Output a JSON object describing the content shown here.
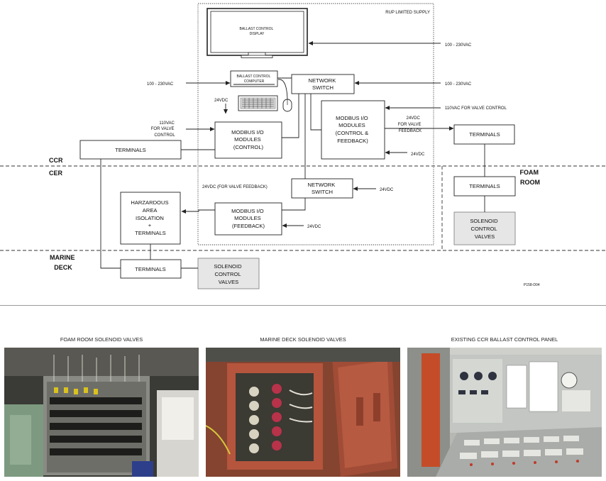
{
  "diagram": {
    "rup_limited_supply": "RUP LIMITED SUPPLY",
    "ballast_display": [
      "BALLAST CONTROL",
      "DISPLAY"
    ],
    "ballast_computer": [
      "BALLAST CONTROL",
      "COMPUTER"
    ],
    "network_switch_top": [
      "NETWORK",
      "SWITCH"
    ],
    "network_switch_bottom": [
      "NETWORK",
      "SWITCH"
    ],
    "modbus_control": [
      "MODBUS I/O",
      "MODULES",
      "(CONTROL)"
    ],
    "modbus_control_feedback": [
      "MODBUS I/O",
      "MODULES",
      "(CONTROL &",
      "FEEDBACK)"
    ],
    "modbus_feedback": [
      "MODBUS I/O",
      "MODULES",
      "(FEEDBACK)"
    ],
    "terminals_ccr": "TERMINALS",
    "terminals_right": "TERMINALS",
    "terminals_foam": "TERMINALS",
    "terminals_marine": "TERMINALS",
    "hazardous": [
      "HARZARDOUS",
      "AREA",
      "ISOLATION",
      "+",
      "TERMINALS"
    ],
    "solenoid_foam": [
      "SOLENOID",
      "CONTROL",
      "VALVES"
    ],
    "solenoid_marine": [
      "SOLENOID",
      "CONTROL",
      "VALVES"
    ],
    "v100_230_display": "100 - 230VAC",
    "v100_230_computer": "100 - 230VAC",
    "v100_230_switch": "100 - 230VAC",
    "v110_valve_control_right": "110VAC FOR VALVE CONTROL",
    "v110_valve_control_left": [
      "110VAC",
      "FOR VALVE",
      "CONTROL"
    ],
    "v24_keyboard": "24VDC",
    "v24_feedback_right": [
      "24VDC",
      "FOR VALVE",
      "FEEDBACK"
    ],
    "v24_module_right": "24VDC",
    "v24_feedback_left": "24VDC (FOR VALVE FEEDBACK)",
    "v24_switch_bottom": "24VDC",
    "v24_feedback_module": "24VDC",
    "zone_ccr": "CCR",
    "zone_cer": "CER",
    "zone_foam": [
      "FOAM",
      "ROOM"
    ],
    "zone_marine": [
      "MARINE",
      "DECK"
    ],
    "drawing_ref": "P158-D04"
  },
  "photos": [
    {
      "title": "FOAM ROOM SOLENOID VALVES",
      "icon": "solenoid-cabinet-photo"
    },
    {
      "title": "MARINE DECK SOLENOID VALVES",
      "icon": "junction-box-photo"
    },
    {
      "title": "EXISTING CCR BALLAST CONTROL PANEL",
      "icon": "control-panel-photo"
    }
  ]
}
